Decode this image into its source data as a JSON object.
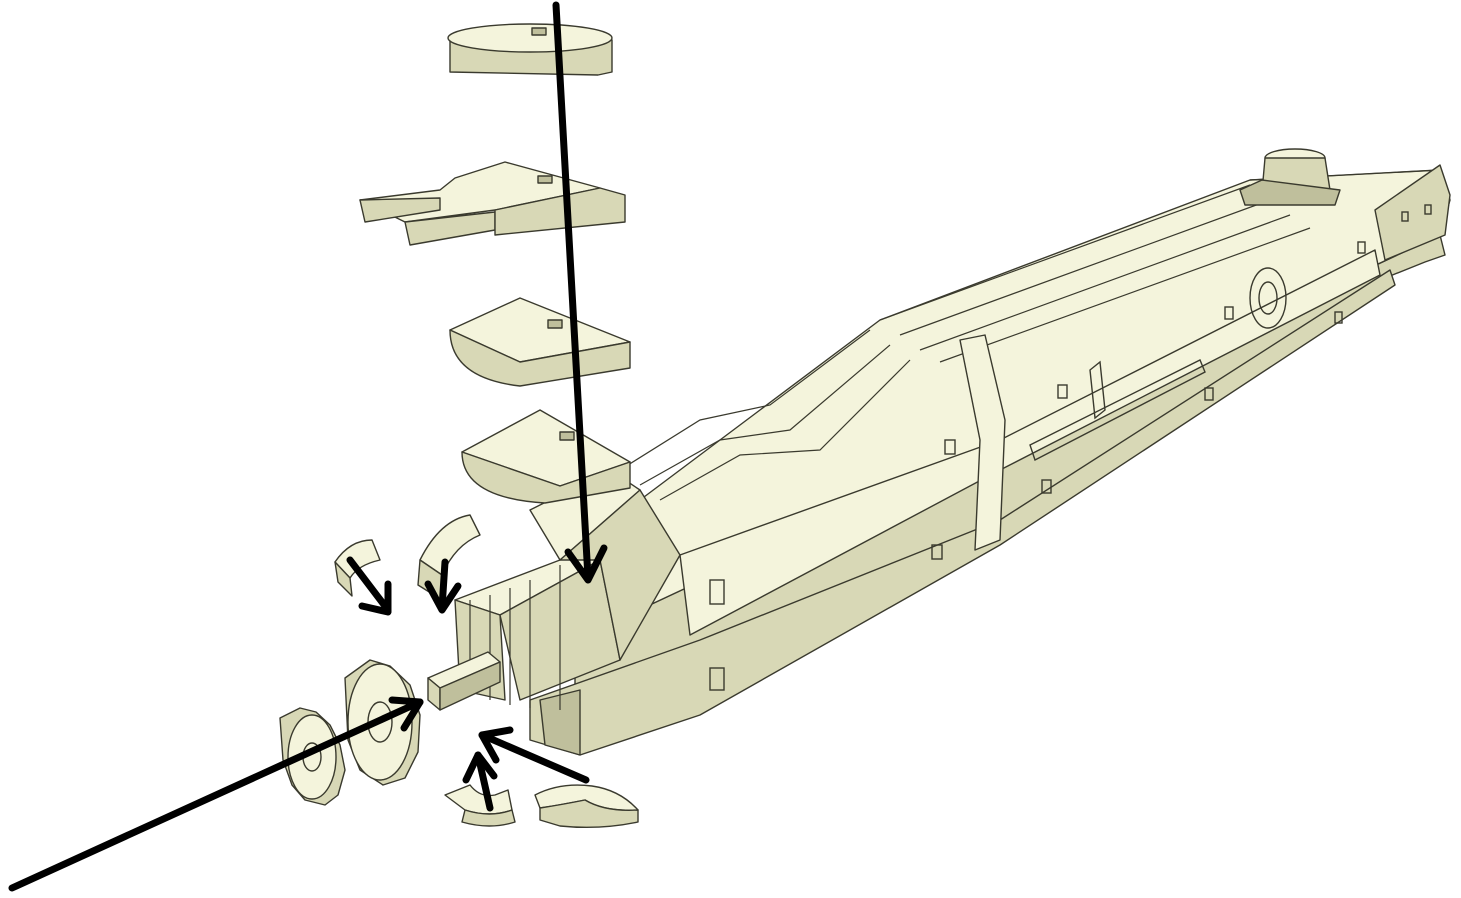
{
  "diagram": {
    "type": "exploded-assembly",
    "colors": {
      "background": "#ffffff",
      "part_light": "#f4f4dc",
      "part_shade": "#d8d8b6",
      "part_dark": "#bfbf9c",
      "outline": "#3a3a2e",
      "arrow": "#000000"
    },
    "parts": [
      "long-hull-body",
      "ring-disk-top",
      "disk-with-two-prongs",
      "half-disk-large",
      "half-disk-lower",
      "small-curved-piece-left",
      "small-curved-piece-right",
      "gear-disk-front",
      "gear-disk-back",
      "lower-curved-piece-left",
      "lower-curved-piece-right",
      "front-peg"
    ],
    "arrows": [
      "arrow-long-vertical",
      "arrow-small-left-down",
      "arrow-small-center-down",
      "arrow-long-diagonal",
      "arrow-lower-right",
      "arrow-lower-small"
    ]
  }
}
